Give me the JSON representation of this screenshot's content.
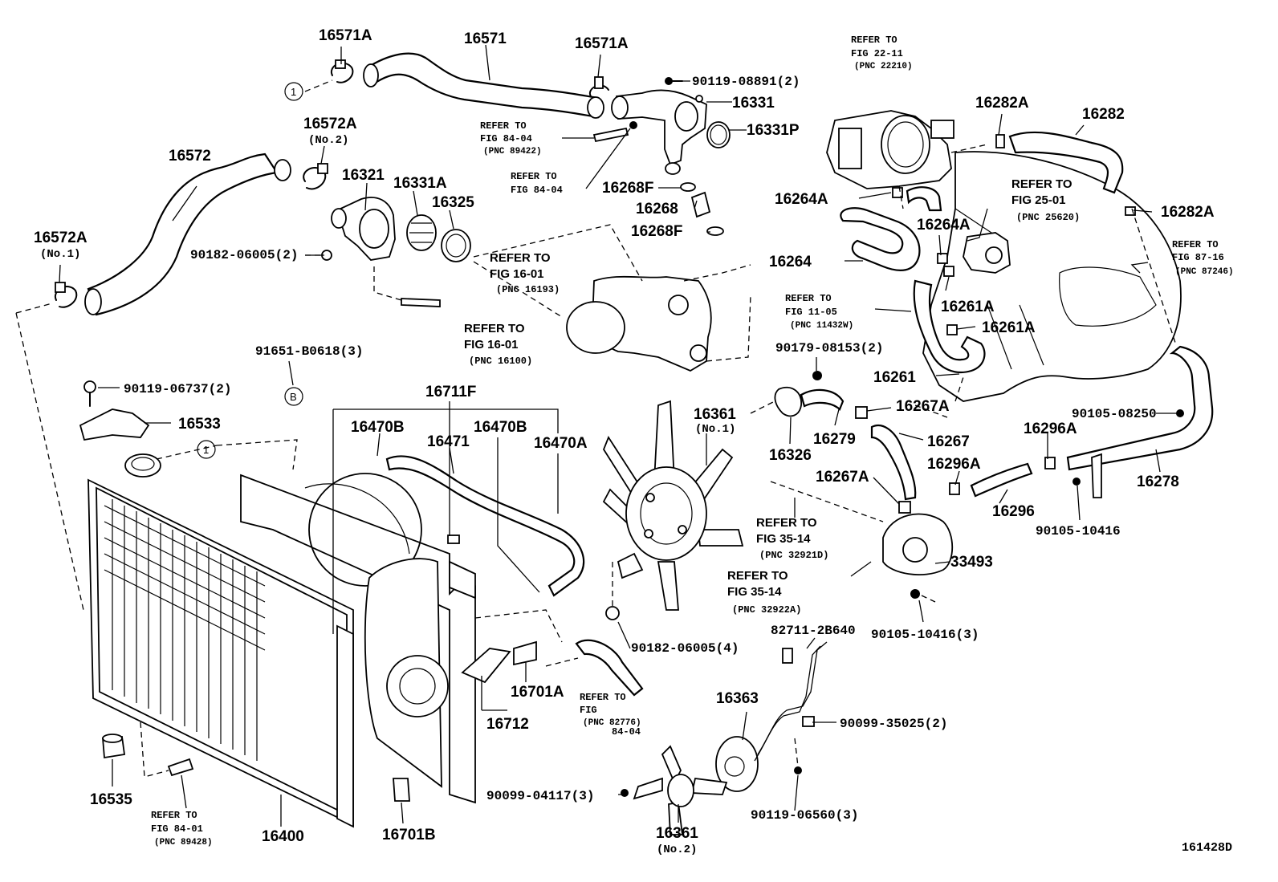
{
  "title": "",
  "diagram_code": "161428D",
  "parts": {
    "p16571A_left": "16571A",
    "p16571": "16571",
    "p16571A_right": "16571A",
    "p16572A_no2": "16572A",
    "p16572A_no2_sub": "(No.2)",
    "p16572": "16572",
    "p16321": "16321",
    "p16331A": "16331A",
    "p16325": "16325",
    "p16572A_no1": "16572A",
    "p16572A_no1_sub": "(No.1)",
    "p90182_06005_2": "90182-06005(2)",
    "p90119_08891": "90119-08891(2)",
    "p16331": "16331",
    "p16331P": "16331P",
    "p16268F_top": "16268F",
    "p16268": "16268",
    "p16268F_bot": "16268F",
    "p16282A_top": "16282A",
    "p16282": "16282",
    "p16264A_left": "16264A",
    "p16282A_right": "16282A",
    "p16264A_mid": "16264A",
    "p16264": "16264",
    "p16261A_top": "16261A",
    "p16261A_bot": "16261A",
    "p16261": "16261",
    "p91651": "91651-B0618(3)",
    "p90119_06737": "90119-06737(2)",
    "p16533": "16533",
    "p16711F": "16711F",
    "p16470B_left": "16470B",
    "p16471": "16471",
    "p16470B_right": "16470B",
    "p16470A": "16470A",
    "p16361_no1": "16361",
    "p16361_no1_sub": "(No.1)",
    "p90179_08153": "90179-08153(2)",
    "p16267A_top": "16267A",
    "p16326": "16326",
    "p16279": "16279",
    "p16267": "16267",
    "p16296A_top": "16296A",
    "p90105_08250": "90105-08250",
    "p16296A_mid": "16296A",
    "p16267A_mid": "16267A",
    "p16296": "16296",
    "p16278": "16278",
    "p90105_10416": "90105-10416",
    "p33493": "33493",
    "p90105_10416_3": "90105-10416(3)",
    "p82711": "82711-2B640",
    "p90182_06005_4": "90182-06005(4)",
    "p16701A": "16701A",
    "p16712": "16712",
    "p16363": "16363",
    "p90099_35025": "90099-35025(2)",
    "p16535": "16535",
    "p16400": "16400",
    "p16701B": "16701B",
    "p90099_04117": "90099-04117(3)",
    "p16361_no2": "16361",
    "p16361_no2_sub": "(No.2)",
    "p90119_06560": "90119-06560(3)"
  },
  "refs": {
    "r2211": [
      "REFER TO",
      "FIG 22-11",
      "(PNC 22210)"
    ],
    "r8404a": [
      "REFER TO",
      "FIG 84-04",
      "(PNC 89422)"
    ],
    "r8404b": [
      "REFER TO",
      "FIG 84-04"
    ],
    "r1601a": [
      "REFER TO",
      "FIG 16-01",
      "(PNC 16193)"
    ],
    "r1601b": [
      "REFER TO",
      "FIG 16-01",
      "(PNC 16100)"
    ],
    "r2501": [
      "REFER TO",
      "FIG 25-01",
      "(PNC 25620)"
    ],
    "r8716": [
      "REFER TO",
      "FIG 87-16",
      "(PNC 87246)"
    ],
    "r1105": [
      "REFER TO",
      "FIG 11-05",
      "(PNC 11432W)"
    ],
    "r3514a": [
      "REFER TO",
      "FIG 35-14",
      "(PNC 32921D)"
    ],
    "r3514b": [
      "REFER TO",
      "FIG 35-14",
      "(PNC 32922A)"
    ],
    "r8404c": [
      "REFER TO",
      "FIG",
      "(PNC 82776)",
      "84-04"
    ],
    "r8401": [
      "REFER TO",
      "FIG 84-01",
      "(PNC 89428)"
    ]
  },
  "markers": {
    "one": "1",
    "b": "B"
  }
}
